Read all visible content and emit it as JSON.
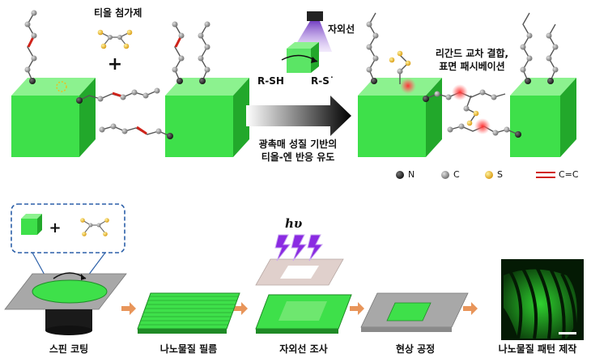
{
  "top": {
    "thiol_additive_label": "티올 첨가제",
    "uv_label": "자외선",
    "rsh_label": "R-SH",
    "rs_label": "R-S˙",
    "caption_line1": "광촉매 성질 기반의",
    "caption_line2": "티올-엔 반응 유도",
    "crosslink_line1": "리간드 교차 결합,",
    "crosslink_line2": "표면 패시베이션"
  },
  "legend": [
    {
      "symbol": "N",
      "label": "N",
      "color": "#222222"
    },
    {
      "symbol": "C",
      "label": "C",
      "color": "#8a8a8a"
    },
    {
      "symbol": "S",
      "label": "S",
      "color": "#e8b318"
    },
    {
      "symbol": "C=C",
      "label": "C=C",
      "color": "#d0231a"
    }
  ],
  "bottom": {
    "hv_label": "hυ",
    "steps": [
      {
        "label": "스핀 코팅"
      },
      {
        "label": "나노물질 필름"
      },
      {
        "label": "자외선 조사"
      },
      {
        "label": "현상 공정"
      },
      {
        "label": "나노물질 패턴 제작"
      }
    ]
  },
  "colors": {
    "cube_front": "#3ee04a",
    "cube_top": "#8cf28f",
    "cube_side": "#22a82b",
    "arrow_orange": "#e8955a",
    "dashed_box": "#2b5fa8",
    "uv_purple": "#8a2be2"
  }
}
